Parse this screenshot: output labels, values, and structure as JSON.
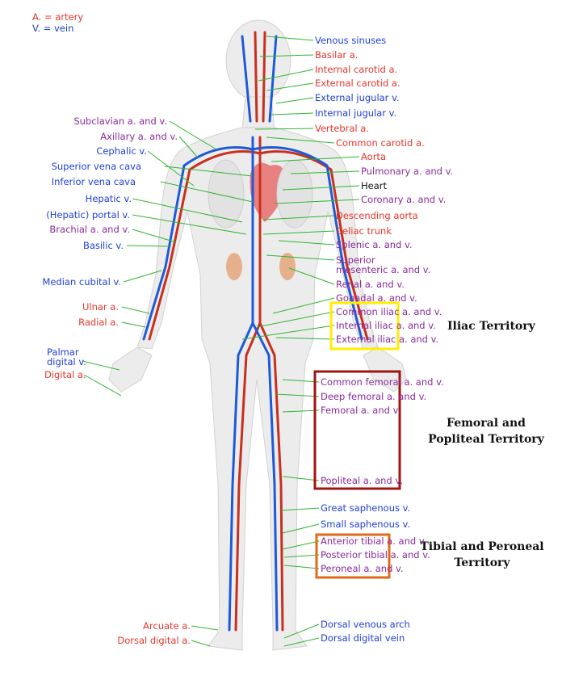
{
  "legend": {
    "artery": "A. = artery",
    "vein": "V. = vein"
  },
  "labels_right": {
    "venous_sinuses": "Venous sinuses",
    "basilar": "Basilar a.",
    "internal_carotid": "Internal carotid a.",
    "external_carotid": "External carotid a.",
    "external_jugular": "External jugular v.",
    "internal_jugular": "Internal jugular v.",
    "vertebral": "Vertebral a.",
    "common_carotid": "Common carotid a.",
    "aorta": "Aorta",
    "pulmonary": "Pulmonary a. and v.",
    "heart": "Heart",
    "coronary": "Coronary a. and v.",
    "descending_aorta": "Descending aorta",
    "celiac_trunk": "Celiac trunk",
    "splenic": "Splenic a. and v.",
    "superior_mesenteric_1": "Superior",
    "superior_mesenteric_2": "mesenteric a. and v.",
    "renal": "Renal a. and v.",
    "gonadal": "Gonadal a. and v.",
    "common_iliac": "Common iliac a. and v.",
    "internal_iliac": "Internal iliac a. and v.",
    "external_iliac": "External iliac a. and v.",
    "common_femoral": "Common femoral a. and v.",
    "deep_femoral": "Deep femoral a. and v.",
    "femoral": "Femoral a. and v.",
    "popliteal": "Popliteal a. and v.",
    "great_saphenous": "Great saphenous v.",
    "small_saphenous": "Small saphenous v.",
    "anterior_tibial": "Anterior tibial a. and v.",
    "posterior_tibial": "Posterior tibial a. and v.",
    "peroneal": "Peroneal a. and v.",
    "dorsal_venous_arch": "Dorsal venous arch",
    "dorsal_digital_vein": "Dorsal digital vein"
  },
  "labels_left": {
    "subclavian": "Subclavian a. and v.",
    "axillary": "Axillary a. and v.",
    "cephalic": "Cephalic v.",
    "superior_vena_cava": "Superior vena cava",
    "inferior_vena_cava": "Inferior vena cava",
    "hepatic": "Hepatic v.",
    "hepatic_portal": "(Hepatic) portal v.",
    "brachial": "Brachial a. and v.",
    "basilic": "Basilic v.",
    "median_cubital": "Median cubital v.",
    "ulnar": "Ulnar a.",
    "radial": "Radial a.",
    "palmar_digital_1": "Palmar",
    "palmar_digital_2": "digital v.",
    "digital": "Digital a.",
    "arcuate": "Arcuate a.",
    "dorsal_digital": "Dorsal digital a."
  },
  "territories": {
    "iliac": "Iliac Territory",
    "femoral_1": "Femoral and",
    "femoral_2": "Popliteal Territory",
    "tibial_1": "Tibial and Peroneal",
    "tibial_2": "Territory"
  },
  "colors": {
    "artery": "#e8352c",
    "vein": "#1f3fd6",
    "both": "#8a2a9a",
    "leader": "#2fb52f",
    "iliac_box": "#ffee00",
    "femoral_box": "#a01414",
    "tibial_box": "#e06a1a"
  }
}
